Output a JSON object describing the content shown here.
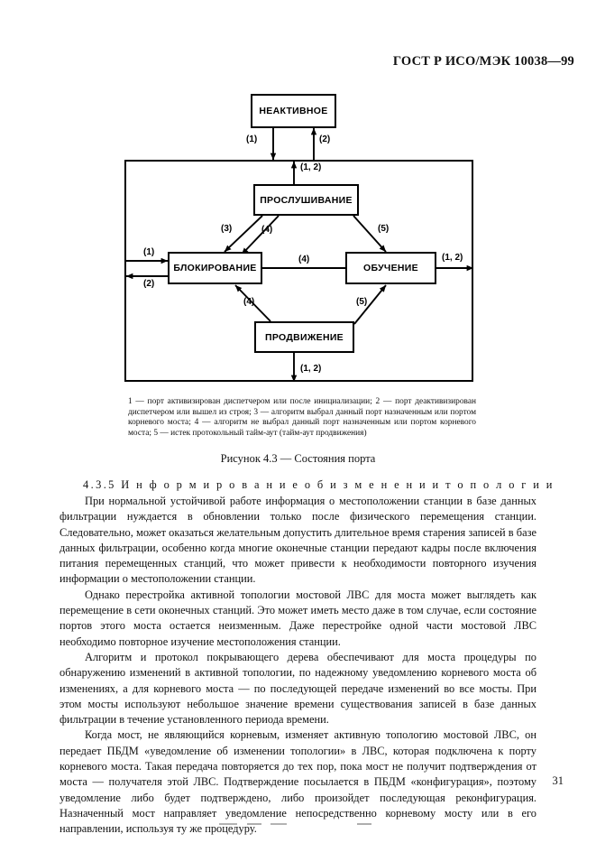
{
  "header": {
    "standard_ref": "ГОСТ Р ИСО/МЭК 10038—99"
  },
  "figure": {
    "nodes": [
      {
        "id": "inactive",
        "label": "НЕАКТИВНОЕ"
      },
      {
        "id": "listening",
        "label": "ПРОСЛУШИВАНИЕ"
      },
      {
        "id": "blocking",
        "label": "БЛОКИРОВАНИЕ"
      },
      {
        "id": "learning",
        "label": "ОБУЧЕНИЕ"
      },
      {
        "id": "forwarding",
        "label": "ПРОДВИЖЕНИЕ"
      }
    ],
    "edge_labels": {
      "inactive_out": "(1)",
      "inactive_in": "(2)",
      "to_inactive_frame": "(1, 2)",
      "listening_to_blocking": "(3)",
      "listening_to_forwarding": "(4)",
      "listening_to_learning": "(5)",
      "left_in": "(1)",
      "left_out": "(2)",
      "blocking_to_learning": "(4)",
      "learning_right": "(1, 2)",
      "blocking_to_forwarding": "(4)",
      "forwarding_to_learning": "(5)",
      "forwarding_down": "(1, 2)"
    },
    "note_line_1_italic": "1",
    "note": "1 — порт активизирован диспетчером или после инициализации; 2 — порт деактивизирован диспетчером или вышел из строя; 3 — алгоритм выбрал данный порт назначенным или портом корневого моста; 4 — алгоритм не выбрал данный порт назначенным или портом корневого моста; 5 — истек протокольный тайм-аут (тайм-аут продвижения)",
    "caption": "Рисунок 4.3 — Состояния порта"
  },
  "body": {
    "section_heading": "4.3.5 И н ф о р м и р о в а н и е   о б   и з м е н е н и и   т о п о л о г и и",
    "paragraphs": [
      "При нормальной устойчивой работе информация о местоположении станции в базе данных фильтрации нуждается в обновлении только после физического перемещения станции. Следовательно, может оказаться желательным допустить длительное время старения записей в базе данных фильтрации, особенно когда многие оконечные станции передают кадры после включения питания перемещенных станций, что может привести к необходимости повторного изучения информации о местоположении станции.",
      "Однако перестройка активной топологии мостовой ЛВС для моста может выглядеть как перемещение в сети оконечных станций. Это может иметь место даже в том случае, если состояние портов этого моста остается неизменным. Даже перестройке одной части мостовой ЛВС необходимо повторное изучение местоположения станции.",
      "Алгоритм и протокол покрывающего дерева обеспечивают для моста процедуры по обнаружению изменений в активной топологии, по надежному уведомлению корневого моста об изменениях, а для корневого моста — по последующей передаче изменений во все мосты. При этом мосты используют небольшое значение времени существования записей в базе данных фильтрации в течение установленного периода времени.",
      "Когда мост, не являющийся корневым, изменяет активную топологию мостовой ЛВС, он передает ПБДМ «уведомление об изменении топологии» в ЛВС, которая подключена к порту корневого моста. Такая передача повторяется до тех пор, пока мост не получит подтверждения от моста — получателя этой ЛВС. Подтверждение посылается в ПБДМ «конфигурация», поэтому уведомление либо будет подтверждено, либо произойдет последующая реконфигурация. Назначенный мост направляет уведомление   непосредственно корневому мосту или в его направлении, используя ту же процедуру."
    ]
  },
  "footer": {
    "page_number": "31"
  },
  "colors": {
    "ink": "#111111",
    "line": "#000000",
    "paper": "#ffffff"
  }
}
